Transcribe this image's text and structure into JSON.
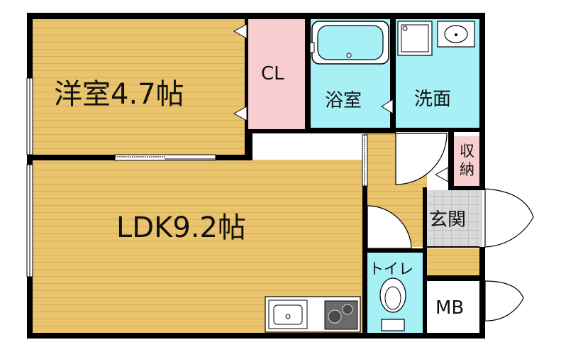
{
  "rooms": {
    "western_room": "洋室4.7帖",
    "ldk": "LDK9.2帖",
    "closet": "CL",
    "bathroom": "浴室",
    "washroom": "洗面",
    "storage_char1": "収",
    "storage_char2": "納",
    "entrance": "玄関",
    "toilet": "トイレ",
    "meter_box": "MB"
  },
  "colors": {
    "wood_floor": "#EAC36D",
    "wood_stripe": "#D9B25E",
    "closet": "#F8CDD0",
    "water_area": "#A6F0F6",
    "wall": "#000000",
    "entrance_tile": "#D9D9D9"
  },
  "icons": [
    "bathtub-icon",
    "washbasin-icon",
    "washing-machine-pan-icon",
    "toilet-icon",
    "stove-icon",
    "sink-icon"
  ]
}
